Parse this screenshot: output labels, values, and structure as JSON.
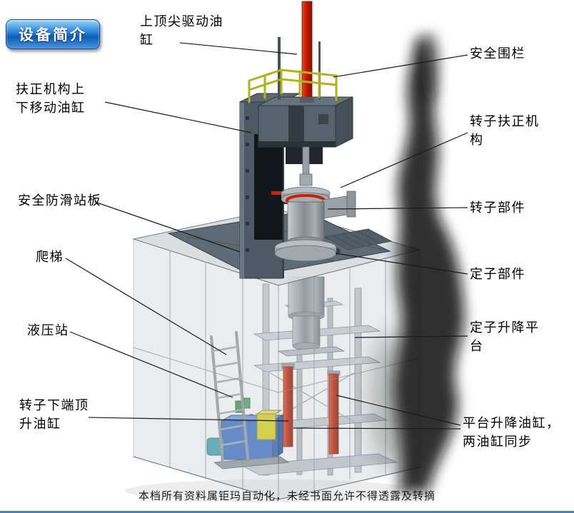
{
  "badge": {
    "label": "设备简介"
  },
  "callouts": [
    {
      "id": "top-drive-cylinder",
      "text": "上顶尖驱动油\n缸"
    },
    {
      "id": "safety-fence",
      "text": "安全围栏"
    },
    {
      "id": "centering-move-cylinder",
      "text": "扶正机构上\n下移动油缸"
    },
    {
      "id": "rotor-centering",
      "text": "转子扶正机\n构"
    },
    {
      "id": "antislip-board",
      "text": "安全防滑站板"
    },
    {
      "id": "rotor-part",
      "text": "转子部件"
    },
    {
      "id": "ladder",
      "text": "爬梯"
    },
    {
      "id": "stator-part",
      "text": "定子部件"
    },
    {
      "id": "hydraulic-station",
      "text": "液压站"
    },
    {
      "id": "stator-lift-platform",
      "text": "定子升降平\n台"
    },
    {
      "id": "rotor-bottom-jack",
      "text": "转子下端顶\n升油缸"
    },
    {
      "id": "platform-lift-cylinders",
      "text": "平台升降油缸，\n两油缸同步"
    }
  ],
  "footer": {
    "text": "本档所有资料属钜玛自动化，未经书面允许不得透露及转摘"
  },
  "colors": {
    "badge_blue": "#1565c8",
    "cylinder_red": "#c01800",
    "hydraulic_blue": "#2a62c4",
    "railing_yellow": "#b2b21a",
    "plate_gray": "#5f6b74",
    "bottom_rule_blue": "#4f81bd"
  }
}
